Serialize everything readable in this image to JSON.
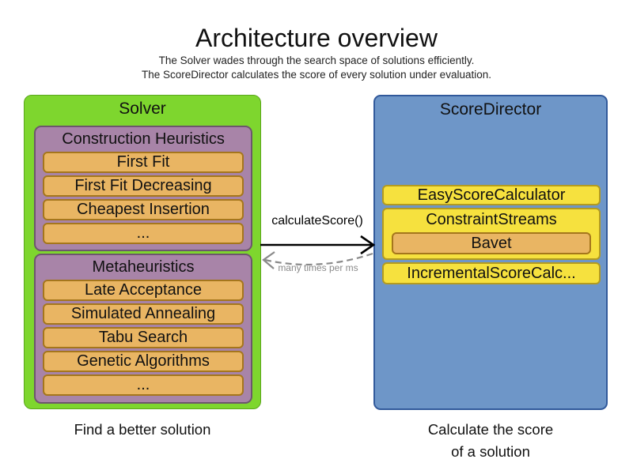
{
  "header": {
    "title": "Architecture overview",
    "subtitle_line1": "The Solver wades through the search space of solutions efficiently.",
    "subtitle_line2": "The ScoreDirector calculates the score of every solution under evaluation."
  },
  "solver": {
    "title": "Solver",
    "caption": "Find a better solution",
    "groups": [
      {
        "title": "Construction Heuristics",
        "items": [
          "First Fit",
          "First Fit Decreasing",
          "Cheapest Insertion",
          "..."
        ]
      },
      {
        "title": "Metaheuristics",
        "items": [
          "Late Acceptance",
          "Simulated Annealing",
          "Tabu Search",
          "Genetic Algorithms",
          "..."
        ]
      }
    ]
  },
  "score_director": {
    "title": "ScoreDirector",
    "caption_line1": "Calculate the score",
    "caption_line2": "of a solution",
    "calculators": [
      {
        "title": "EasyScoreCalculator"
      },
      {
        "title": "ConstraintStreams",
        "items": [
          "Bavet"
        ]
      },
      {
        "title": "IncrementalScoreCalc..."
      }
    ]
  },
  "arrows": {
    "call_label": "calculateScore()",
    "frequency_label": "many times per ms"
  },
  "colors": {
    "solver_fill": "#7ed62e",
    "solver_border": "#5aa61c",
    "group_fill": "#a884a8",
    "group_border": "#6d566d",
    "item_fill": "#e9b563",
    "item_border": "#a5761c",
    "director_fill": "#6e96c8",
    "director_border": "#31599b",
    "calculator_fill": "#f6e13e",
    "calculator_border": "#b39b20",
    "arrow_black": "#000000",
    "arrow_gray": "#8a8a8a"
  }
}
